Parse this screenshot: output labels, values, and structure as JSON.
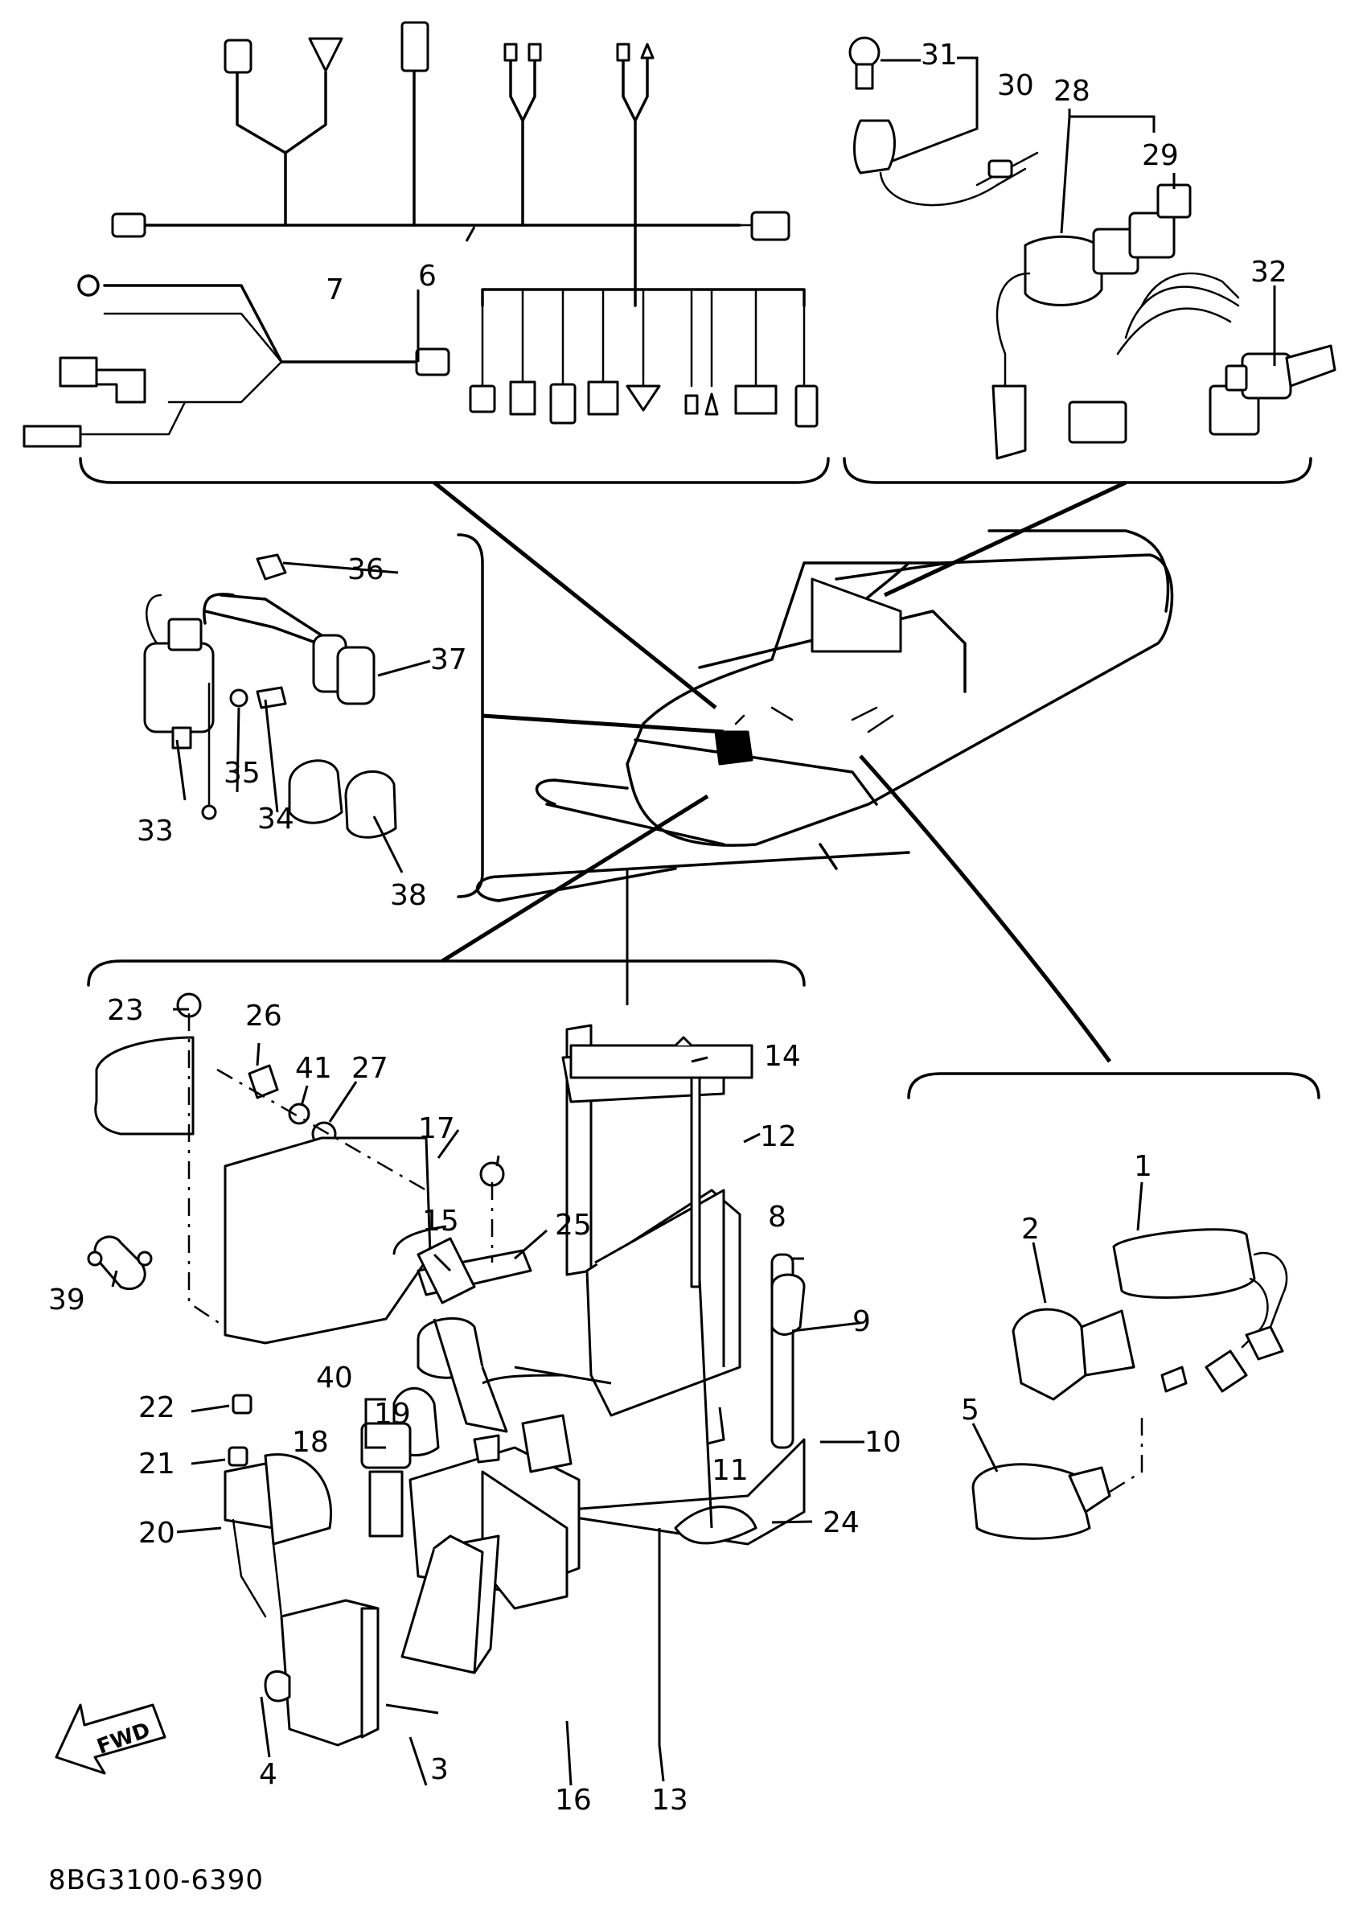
{
  "diagram": {
    "catalog_code": "8BG3100-6390",
    "direction_label": "FWD",
    "callouts": [
      "1",
      "2",
      "3",
      "4",
      "5",
      "6",
      "7",
      "8",
      "9",
      "10",
      "11",
      "12",
      "13",
      "14",
      "16",
      "15",
      "17",
      "18",
      "19",
      "20",
      "21",
      "22",
      "23",
      "24",
      "25",
      "26",
      "27",
      "28",
      "29",
      "30",
      "31",
      "32",
      "33",
      "34",
      "35",
      "36",
      "37",
      "38",
      "39",
      "40",
      "41"
    ]
  }
}
